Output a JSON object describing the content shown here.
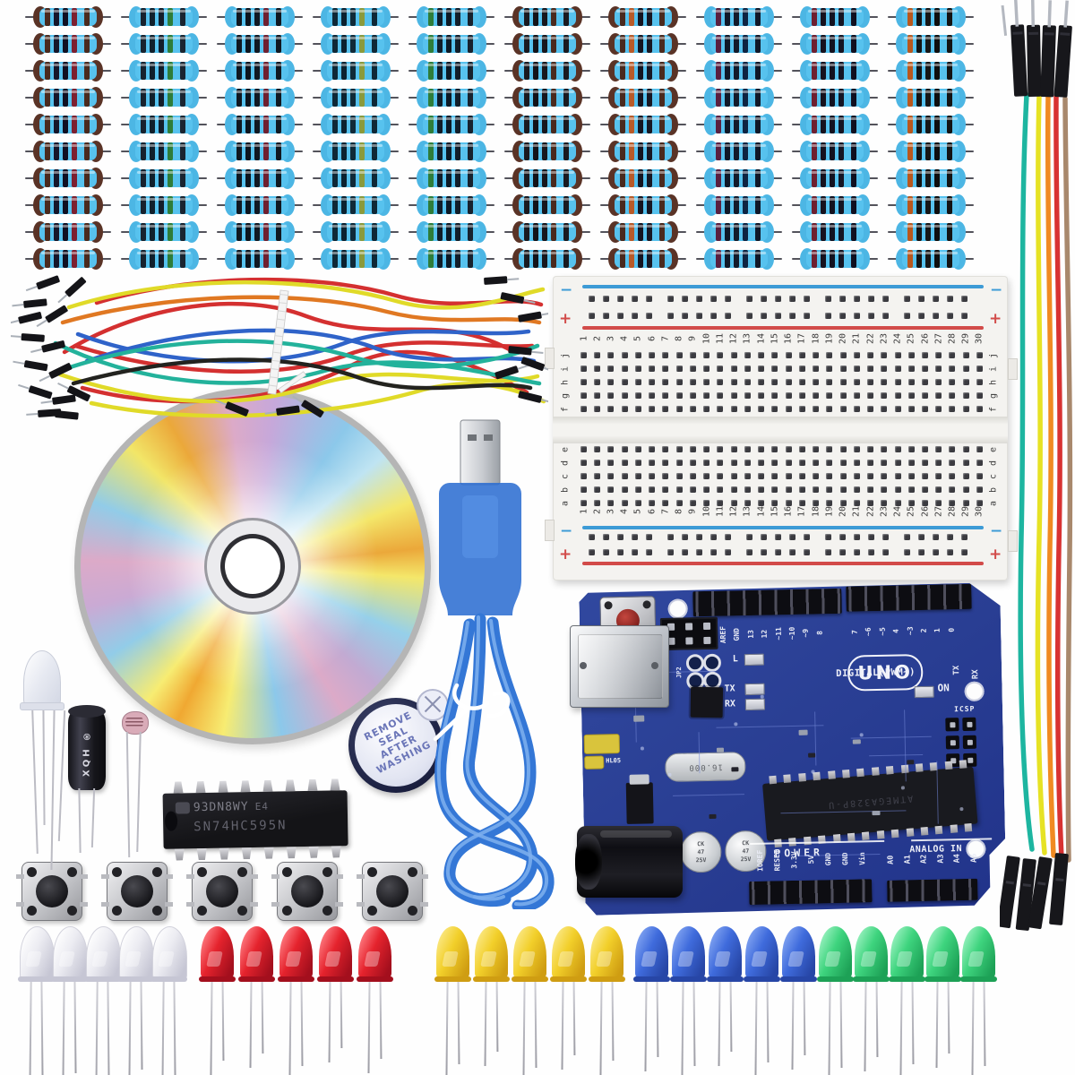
{
  "scene": {
    "description": "Arduino UNO starter kit components laid out on a white background: resistors, breadboard, jumper wires, CD, USB cable, UNO board, buzzer, IC, buttons and LEDs"
  },
  "resistors": {
    "rows": 10,
    "cols": 10,
    "body_color": "#57c2ee",
    "cap_color": "#4cb6e4",
    "lead_color": "#53535b",
    "columns": [
      {
        "caps": "#5a3326",
        "bands": [
          "#4a2a1e",
          "#16162a",
          "#101022",
          "#7c2030",
          "#4a2a1e"
        ]
      },
      {
        "caps": "#4cb6e4",
        "bands": [
          "#17222e",
          "#10202c",
          "#141e2a",
          "#2e7d3a",
          "#1a2531"
        ]
      },
      {
        "caps": "#4cb6e4",
        "bands": [
          "#101821",
          "#0d151e",
          "#111923",
          "#6e2030",
          "#101821"
        ]
      },
      {
        "caps": "#4cb6e4",
        "bands": [
          "#0f2836",
          "#0c2230",
          "#102a38",
          "#8a9a3c",
          "#0f2836"
        ]
      },
      {
        "caps": "#4cb6e4",
        "bands": [
          "#2e7d3a",
          "#101c28",
          "#0d1925",
          "#121e2a",
          "#17222e"
        ]
      },
      {
        "caps": "#5a3326",
        "bands": [
          "#1a1a20",
          "#131319",
          "#17171d",
          "#4a2a1e",
          "#1a1a20"
        ]
      },
      {
        "caps": "#5a3326",
        "bands": [
          "#4a2a1e",
          "#b85a28",
          "#141420",
          "#171723",
          "#4a2a1e"
        ]
      },
      {
        "caps": "#4cb6e4",
        "bands": [
          "#5a2040",
          "#101828",
          "#131b2b",
          "#0e2442",
          "#101828"
        ]
      },
      {
        "caps": "#4cb6e4",
        "bands": [
          "#6e2030",
          "#16121e",
          "#121220",
          "#151523",
          "#101020"
        ]
      },
      {
        "caps": "#4cb6e4",
        "bands": [
          "#b8581e",
          "#131313",
          "#171717",
          "#0f0f0f",
          "#131313"
        ]
      }
    ]
  },
  "ribbon_cable": {
    "wire_colors": [
      "#1db5a0",
      "#e6e224",
      "#f08a22",
      "#d83232",
      "#a8886c"
    ],
    "connector_color": "#17171b",
    "pin_color": "#b4b8c0"
  },
  "jumper_bundle": {
    "wire_colors": [
      "#d43030",
      "#e0da28",
      "#2f63c9",
      "#23b29b",
      "#23231f",
      "#e07822"
    ],
    "connector_color": "#141418",
    "pin_color": "#aab0b8",
    "tie_color": "#f4f4f4"
  },
  "breadboard": {
    "body_color": "#f4f3f0",
    "hole_color": "#3b3b40",
    "rail_blue": "#3d9bd6",
    "rail_red": "#d24b49",
    "minus": "−",
    "plus": "+",
    "column_count": 30,
    "row_letters_top": [
      "j",
      "i",
      "h",
      "g",
      "f"
    ],
    "row_letters_bottom": [
      "e",
      "d",
      "c",
      "b",
      "a"
    ]
  },
  "cd": {
    "rim_color": "#b5b5b5"
  },
  "usb_cable": {
    "cable_color": "#3477d6",
    "highlight_color": "#7fb0ee",
    "connector_blue": "#2e6ed2"
  },
  "components": {
    "capacitor_label": "XQH ®",
    "buzzer": {
      "lines": [
        "REMOVE",
        "SEAL",
        "AFTER",
        "WASHING"
      ]
    },
    "ic": {
      "line1": "93DN8WY",
      "code": "E4",
      "line2": "SN74HC595N"
    }
  },
  "buttons": {
    "count": 5
  },
  "led_groups": [
    {
      "name": "white",
      "count": 5,
      "hex": "#ececf2",
      "dark": "#c6c6d4",
      "light": "#ffffff"
    },
    {
      "name": "red",
      "count": 5,
      "hex": "#e5232d",
      "dark": "#a30f1d",
      "light": "#ff8086"
    },
    {
      "name": "yellow",
      "count": 5,
      "hex": "#f2cf2a",
      "dark": "#cf9d12",
      "light": "#fbe98a"
    },
    {
      "name": "blue",
      "count": 5,
      "hex": "#3f6bdc",
      "dark": "#2746a6",
      "light": "#84a6f2"
    },
    {
      "name": "green",
      "count": 5,
      "hex": "#3ed47e",
      "dark": "#1da156",
      "light": "#9df2c2"
    }
  ],
  "arduino": {
    "board_color": "#2b3f96",
    "logo": "UNO",
    "digital_label": "DIGITAL(PWM~)",
    "tx_label": "TX",
    "rx_label": "RX",
    "l_label": "L",
    "on_label": "ON",
    "icsp_label": "ICSP",
    "jp2_label": "JP2",
    "power_label": "POWER",
    "analog_label": "ANALOG IN",
    "hl05_label": "HL05",
    "crystal_text": "16.000",
    "chip_marking": "ATMEGA328P-U",
    "cap_marking": "CK 47 25V",
    "digital_pins_left": [
      "AREF",
      "GND",
      "13",
      "12",
      "~11",
      "~10",
      "~9",
      "8"
    ],
    "digital_pins_right": [
      "7",
      "~6",
      "~5",
      "4",
      "~3",
      "2",
      "1",
      "0"
    ],
    "power_pins": [
      "IOREF",
      "RESET",
      "3.3V",
      "5V",
      "GND",
      "GND",
      "Vin"
    ],
    "analog_pins": [
      "A0",
      "A1",
      "A2",
      "A3",
      "A4",
      "A5"
    ]
  }
}
